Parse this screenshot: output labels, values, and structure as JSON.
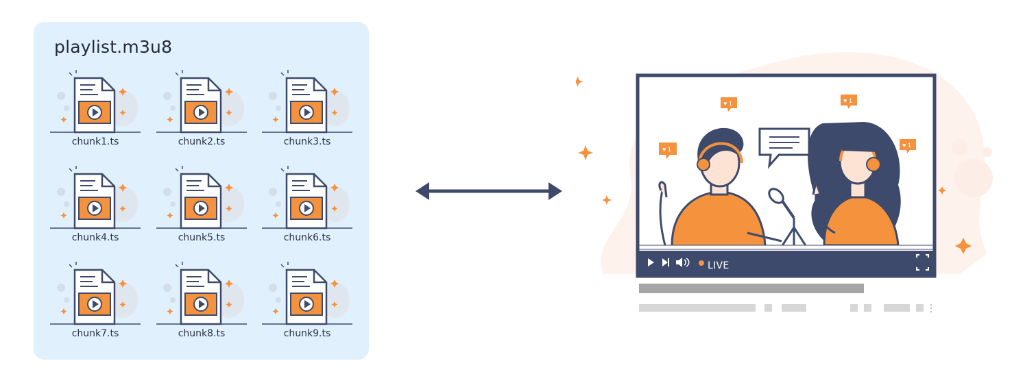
{
  "playlist": {
    "title": "playlist.m3u8",
    "chunks": [
      "chunk1.ts",
      "chunk2.ts",
      "chunk3.ts",
      "chunk4.ts",
      "chunk5.ts",
      "chunk6.ts",
      "chunk7.ts",
      "chunk8.ts",
      "chunk9.ts"
    ]
  },
  "player": {
    "live_label": "LIVE",
    "like_count": "1",
    "controls": [
      "play-icon",
      "skip-next-icon",
      "volume-icon",
      "fullscreen-icon"
    ]
  },
  "colors": {
    "panel_bg": "#e0f0fc",
    "frame": "#3d4a6b",
    "accent": "#f5923e",
    "placeholder_bar": "#d7d7d7"
  }
}
